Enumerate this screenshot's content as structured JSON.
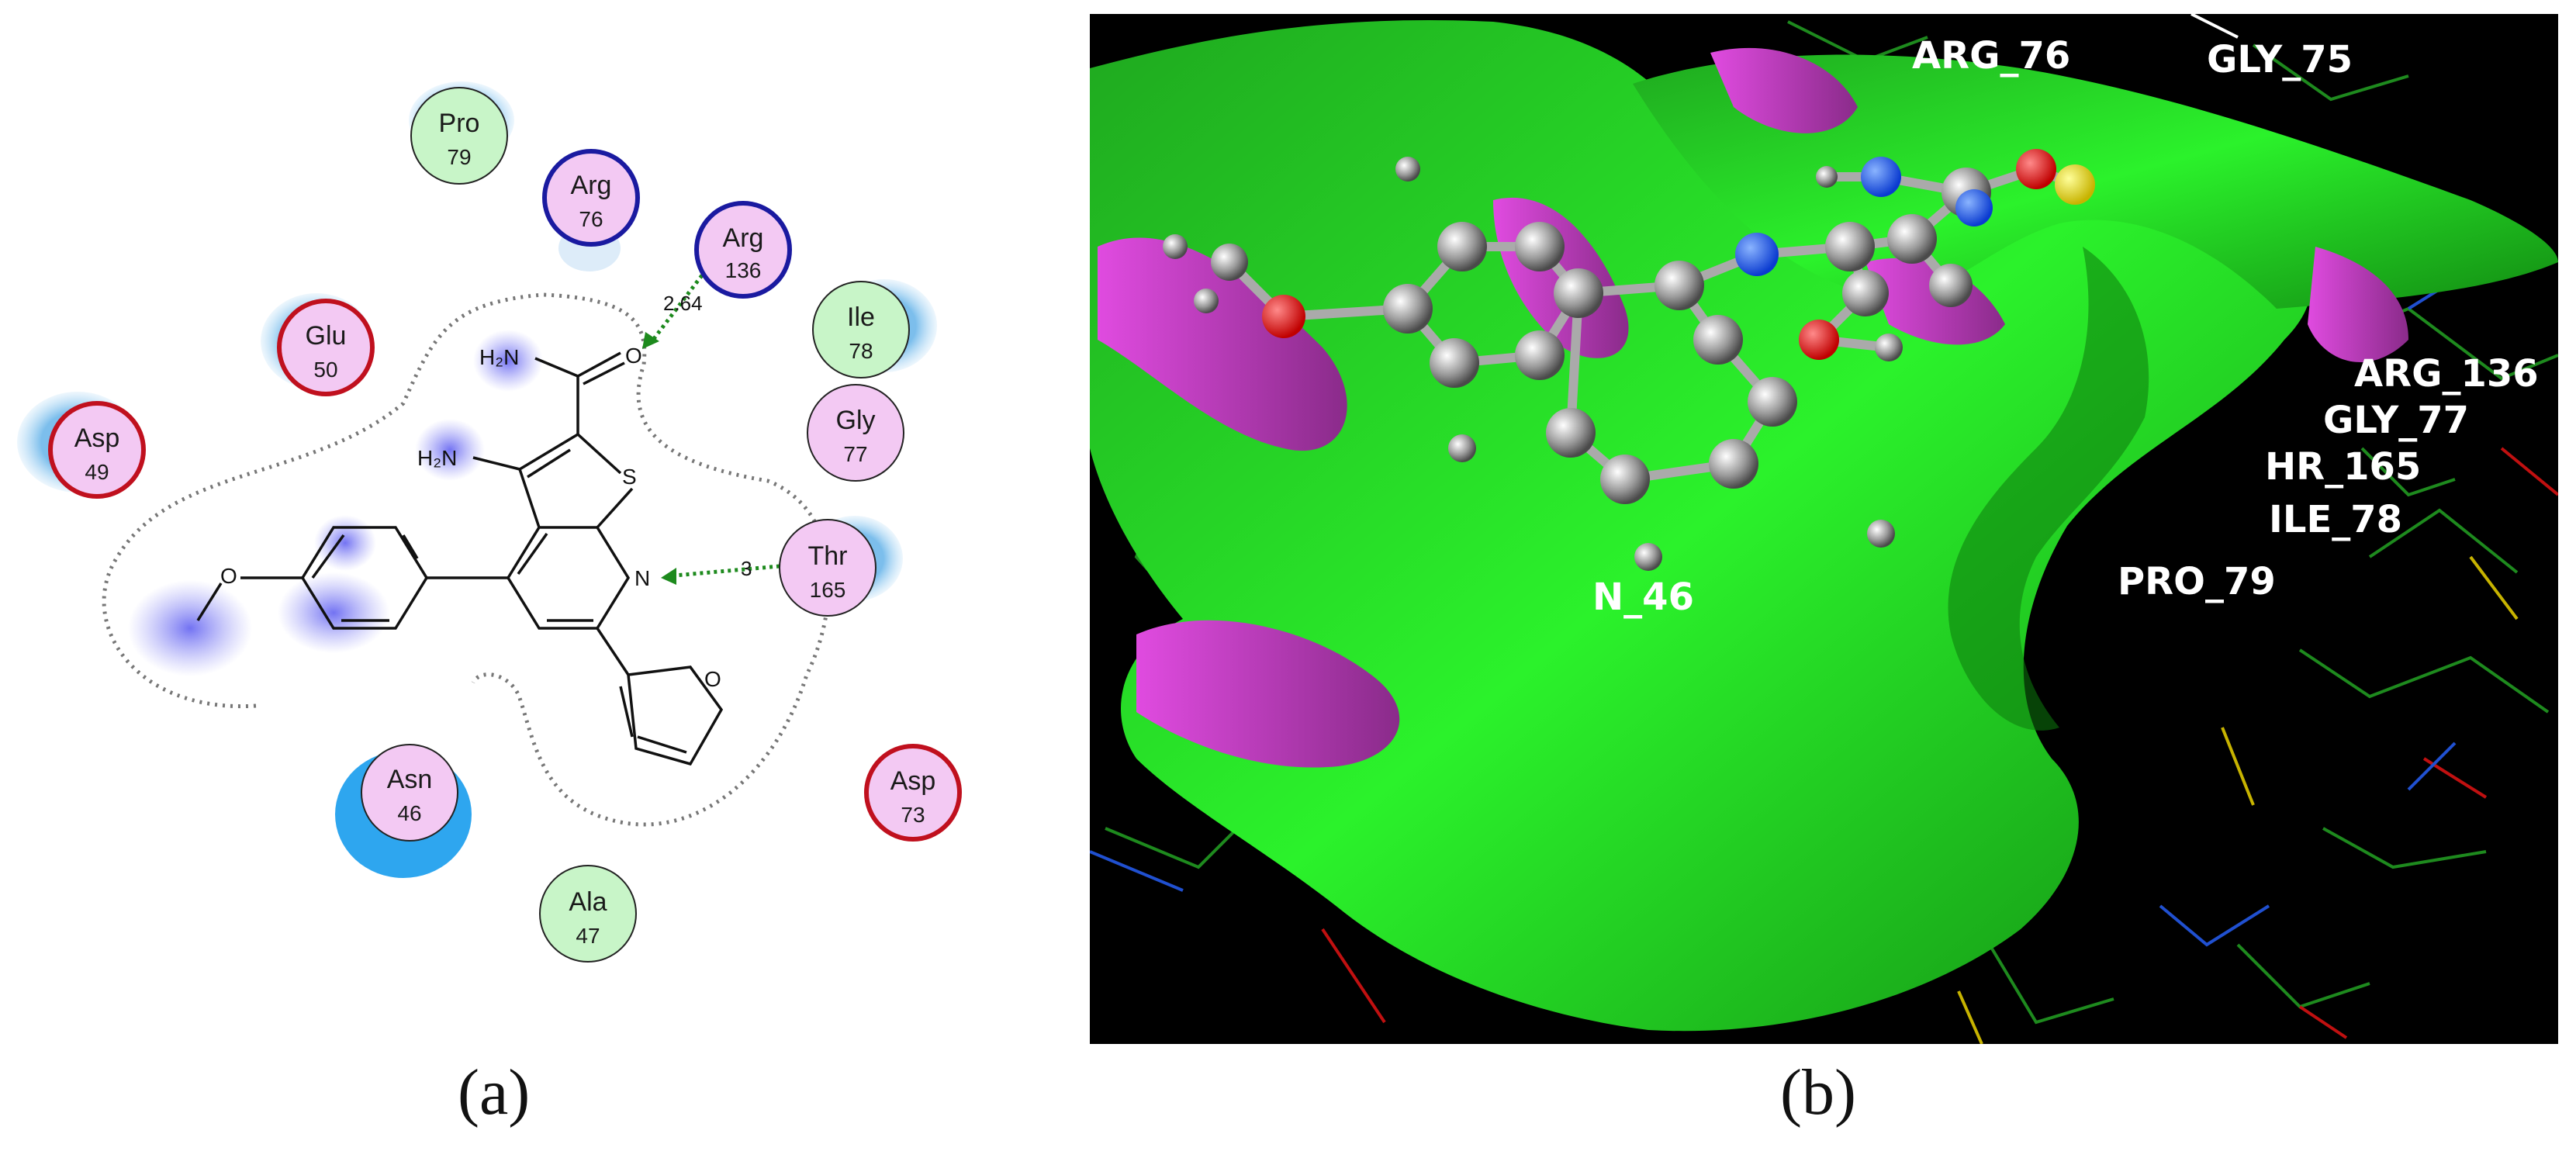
{
  "panel_a": {
    "caption": "(a)",
    "residues": [
      {
        "name": "Pro",
        "num": "79"
      },
      {
        "name": "Arg",
        "num": "76"
      },
      {
        "name": "Arg",
        "num": "136"
      },
      {
        "name": "Ile",
        "num": "78"
      },
      {
        "name": "Glu",
        "num": "50"
      },
      {
        "name": "Gly",
        "num": "77"
      },
      {
        "name": "Asp",
        "num": "49"
      },
      {
        "name": "Thr",
        "num": "165"
      },
      {
        "name": "Asn",
        "num": "46"
      },
      {
        "name": "Asp",
        "num": "73"
      },
      {
        "name": "Ala",
        "num": "47"
      }
    ],
    "atoms": {
      "h2n_amide": "H₂N",
      "o_amide": "O",
      "h2n_amine": "H₂N",
      "s": "S",
      "n": "N",
      "o_methoxy": "O",
      "o_furan": "O"
    },
    "hbonds": [
      {
        "distance": "2.64"
      },
      {
        "distance": "3"
      }
    ],
    "colors": {
      "green_res": "#c8f5c8",
      "pink_res": "#f3c9f3",
      "acidic_border": "#c0101e",
      "basic_border": "#1a1aa0",
      "hbond": "#1d8a1d",
      "solvent": "#6db7ea"
    }
  },
  "panel_b": {
    "caption": "(b)",
    "labels": [
      "ARG_76",
      "GLY_75",
      "ARG_136",
      "GLY_77",
      "HR_165",
      "ILE_78",
      "PRO_79",
      "N_46"
    ],
    "colors": {
      "surface_green": "#22d322",
      "surface_magenta": "#d848d8",
      "background": "#000000"
    }
  }
}
